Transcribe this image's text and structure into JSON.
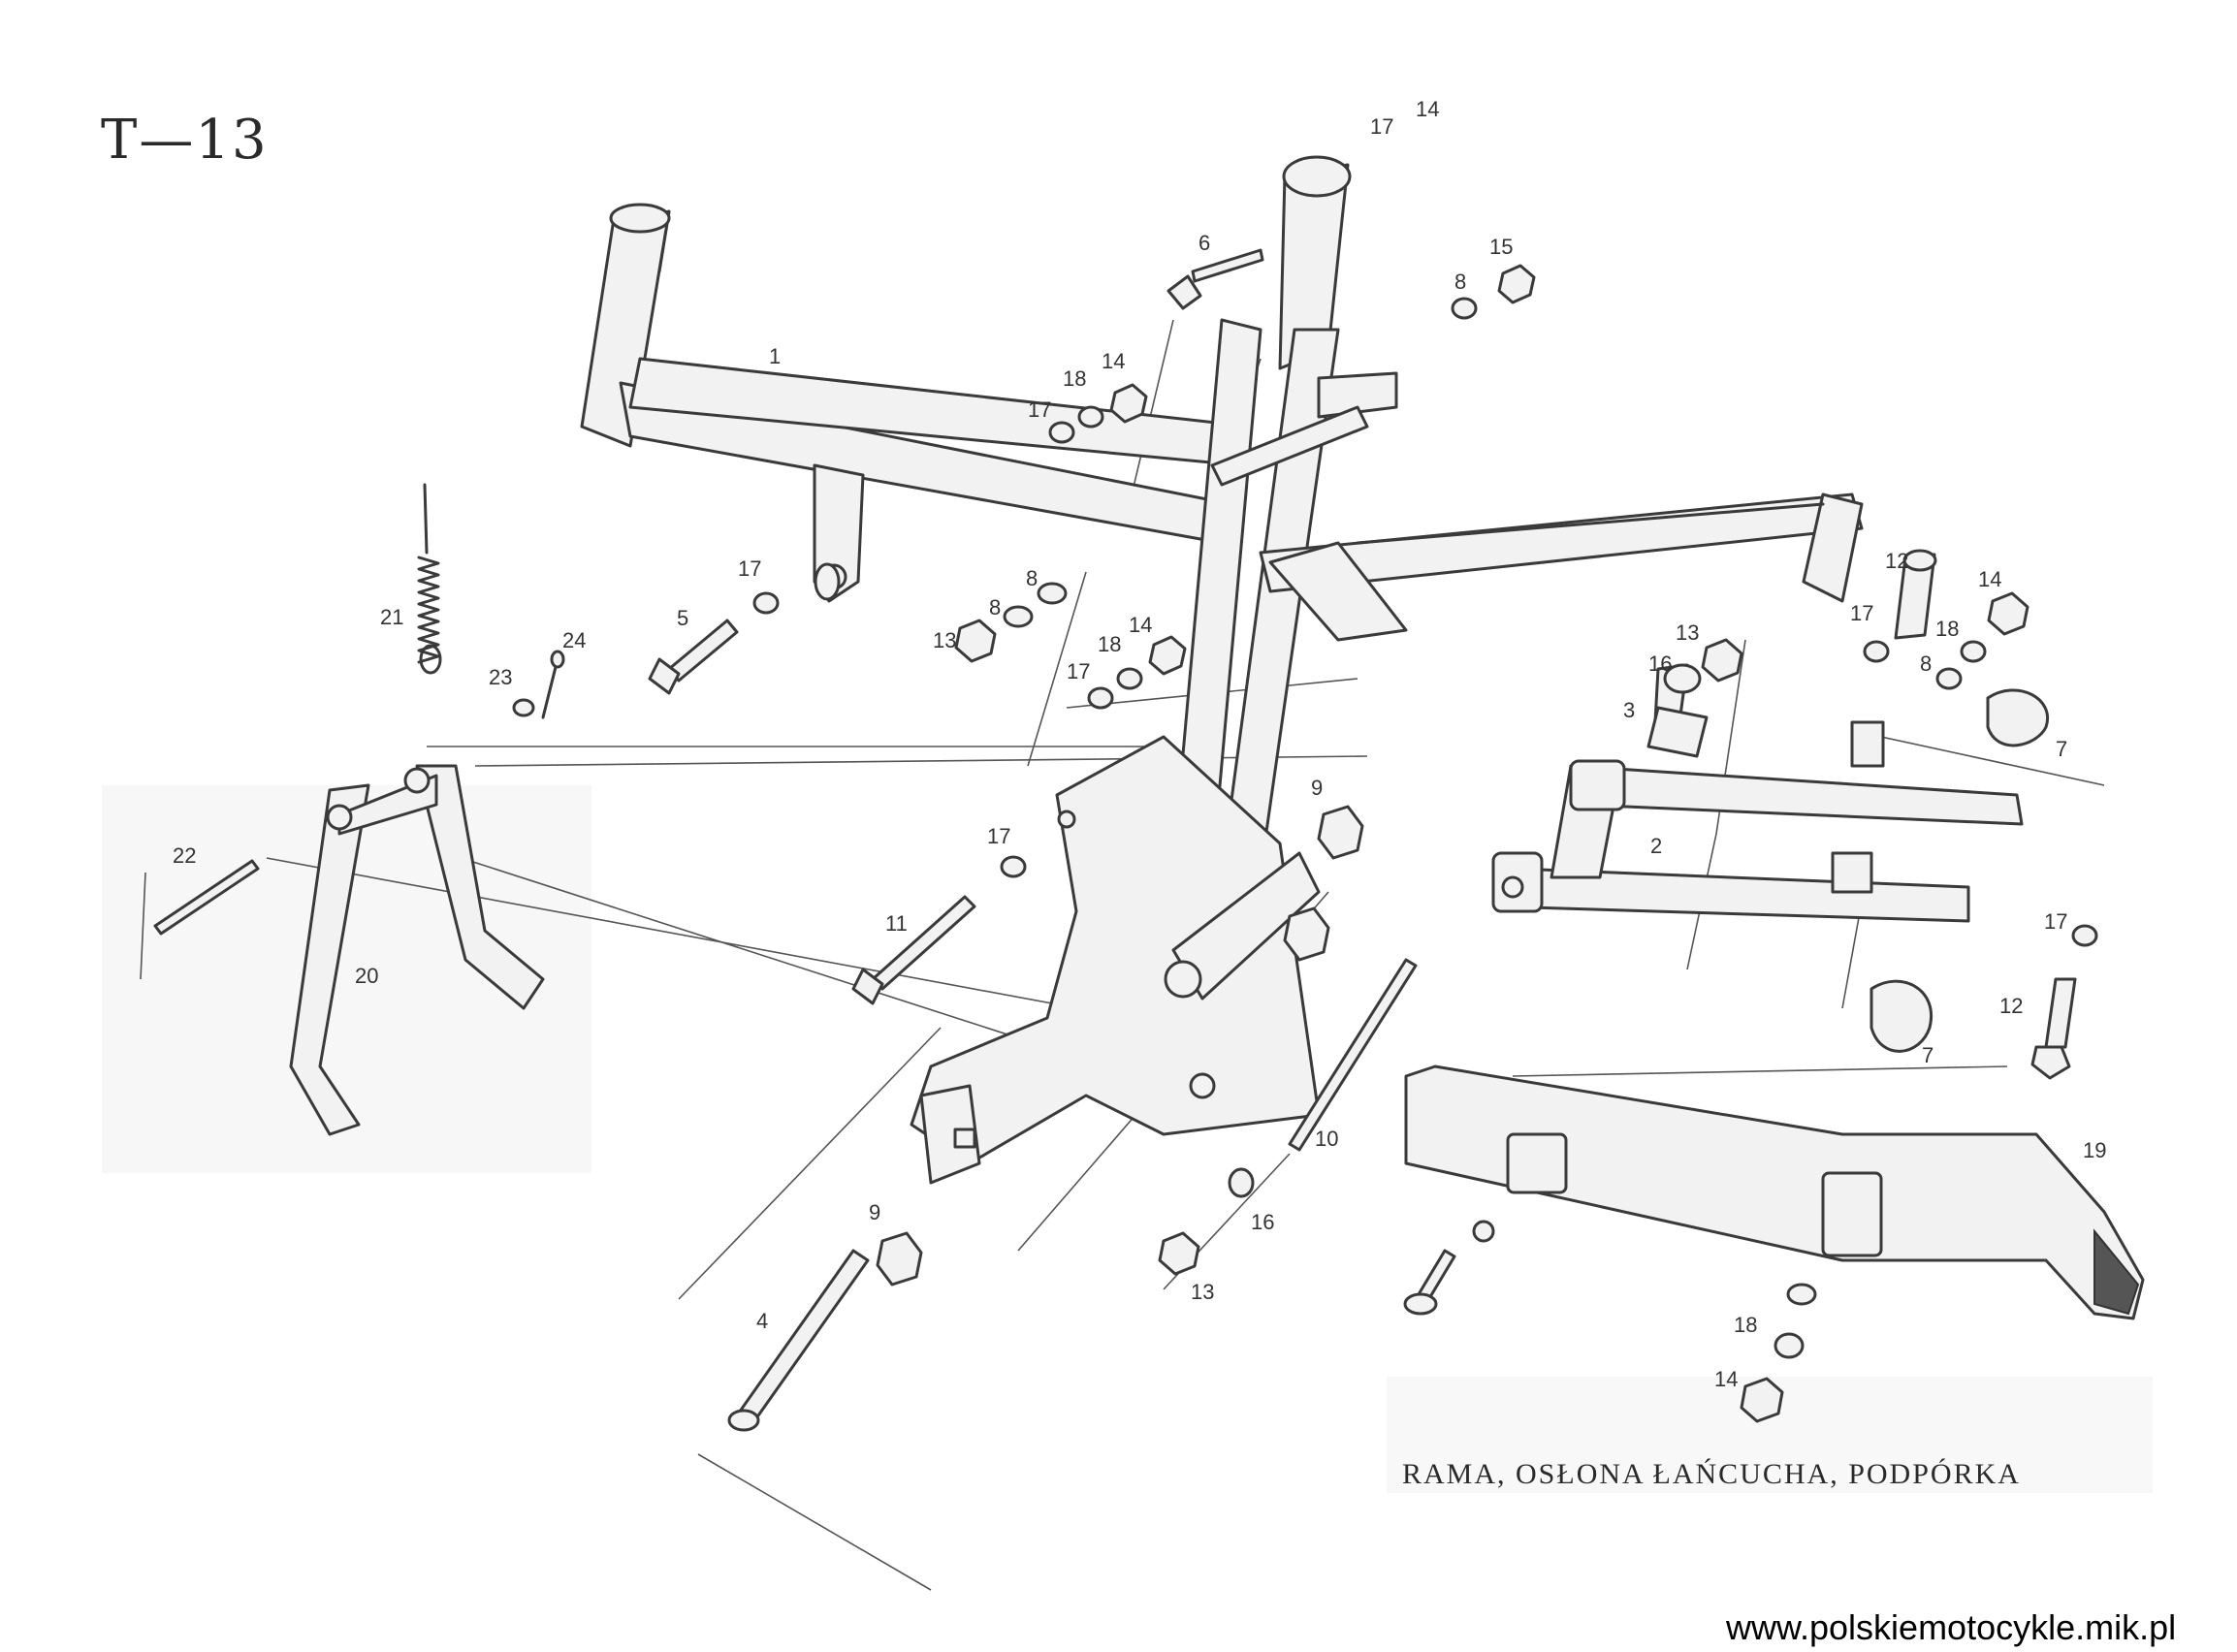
{
  "page": {
    "title": "T—13",
    "caption": "RAMA,  OSŁONA ŁAŃCUCHA,  PODPÓRKA",
    "website": "www.polskiemotocykle.mik.pl"
  },
  "callouts": [
    {
      "id": "c1",
      "label": "1"
    },
    {
      "id": "c2",
      "label": "2"
    },
    {
      "id": "c3",
      "label": "3"
    },
    {
      "id": "c4",
      "label": "4"
    },
    {
      "id": "c5",
      "label": "5"
    },
    {
      "id": "c6",
      "label": "6"
    },
    {
      "id": "c7a",
      "label": "7"
    },
    {
      "id": "c7b",
      "label": "7"
    },
    {
      "id": "c8a",
      "label": "8"
    },
    {
      "id": "c8b",
      "label": "8"
    },
    {
      "id": "c8c",
      "label": "8"
    },
    {
      "id": "c8d",
      "label": "8"
    },
    {
      "id": "c9a",
      "label": "9"
    },
    {
      "id": "c9b",
      "label": "9"
    },
    {
      "id": "c10",
      "label": "10"
    },
    {
      "id": "c11",
      "label": "11"
    },
    {
      "id": "c12a",
      "label": "12"
    },
    {
      "id": "c12b",
      "label": "12"
    },
    {
      "id": "c13a",
      "label": "13"
    },
    {
      "id": "c13b",
      "label": "13"
    },
    {
      "id": "c13c",
      "label": "13"
    },
    {
      "id": "c14a",
      "label": "14"
    },
    {
      "id": "c14b",
      "label": "14"
    },
    {
      "id": "c14c",
      "label": "14"
    },
    {
      "id": "c14d",
      "label": "14"
    },
    {
      "id": "c14e",
      "label": "14"
    },
    {
      "id": "c15",
      "label": "15"
    },
    {
      "id": "c16a",
      "label": "16"
    },
    {
      "id": "c16b",
      "label": "16"
    },
    {
      "id": "c17a",
      "label": "17"
    },
    {
      "id": "c17b",
      "label": "17"
    },
    {
      "id": "c17c",
      "label": "17"
    },
    {
      "id": "c17d",
      "label": "17"
    },
    {
      "id": "c17e",
      "label": "17"
    },
    {
      "id": "c17f",
      "label": "17"
    },
    {
      "id": "c17g",
      "label": "17"
    },
    {
      "id": "c18a",
      "label": "18"
    },
    {
      "id": "c18b",
      "label": "18"
    },
    {
      "id": "c18c",
      "label": "18"
    },
    {
      "id": "c18d",
      "label": "18"
    },
    {
      "id": "c19",
      "label": "19"
    },
    {
      "id": "c20",
      "label": "20"
    },
    {
      "id": "c21",
      "label": "21"
    },
    {
      "id": "c22",
      "label": "22"
    },
    {
      "id": "c23",
      "label": "23"
    },
    {
      "id": "c24",
      "label": "24"
    }
  ]
}
